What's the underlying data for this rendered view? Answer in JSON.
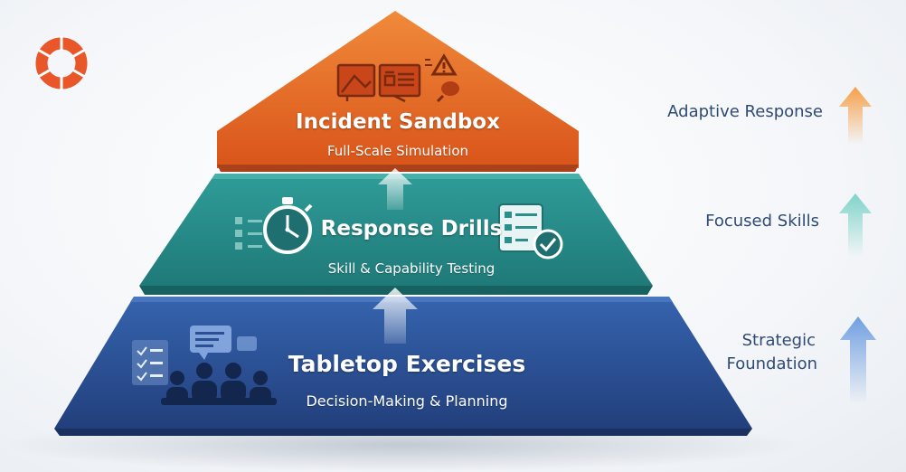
{
  "tiers": [
    {
      "title": "Incident Sandbox",
      "subtitle": "Full-Scale Simulation",
      "color": "#e0601f"
    },
    {
      "title": "Response Drills",
      "subtitle": "Skill & Capability Testing",
      "color": "#2a8f8c"
    },
    {
      "title": "Tabletop Exercises",
      "subtitle": "Decision-Making & Planning",
      "color": "#2b4f94"
    }
  ],
  "side_labels": {
    "adaptive": "Adaptive Response",
    "focused": "Focused Skills",
    "strategic_line1": "Strategic",
    "strategic_line2": "Foundation"
  },
  "arrow_colors": {
    "orange": "#f5a049",
    "teal": "#7fd3c9",
    "blue": "#6f9fe0"
  },
  "icons": [
    "logo-ring-icon",
    "monitor-icons",
    "alert-icon",
    "stopwatch-icon",
    "checklist-check-icon",
    "team-meeting-icon",
    "chat-bubble-icon",
    "upward-arrow-icon"
  ]
}
